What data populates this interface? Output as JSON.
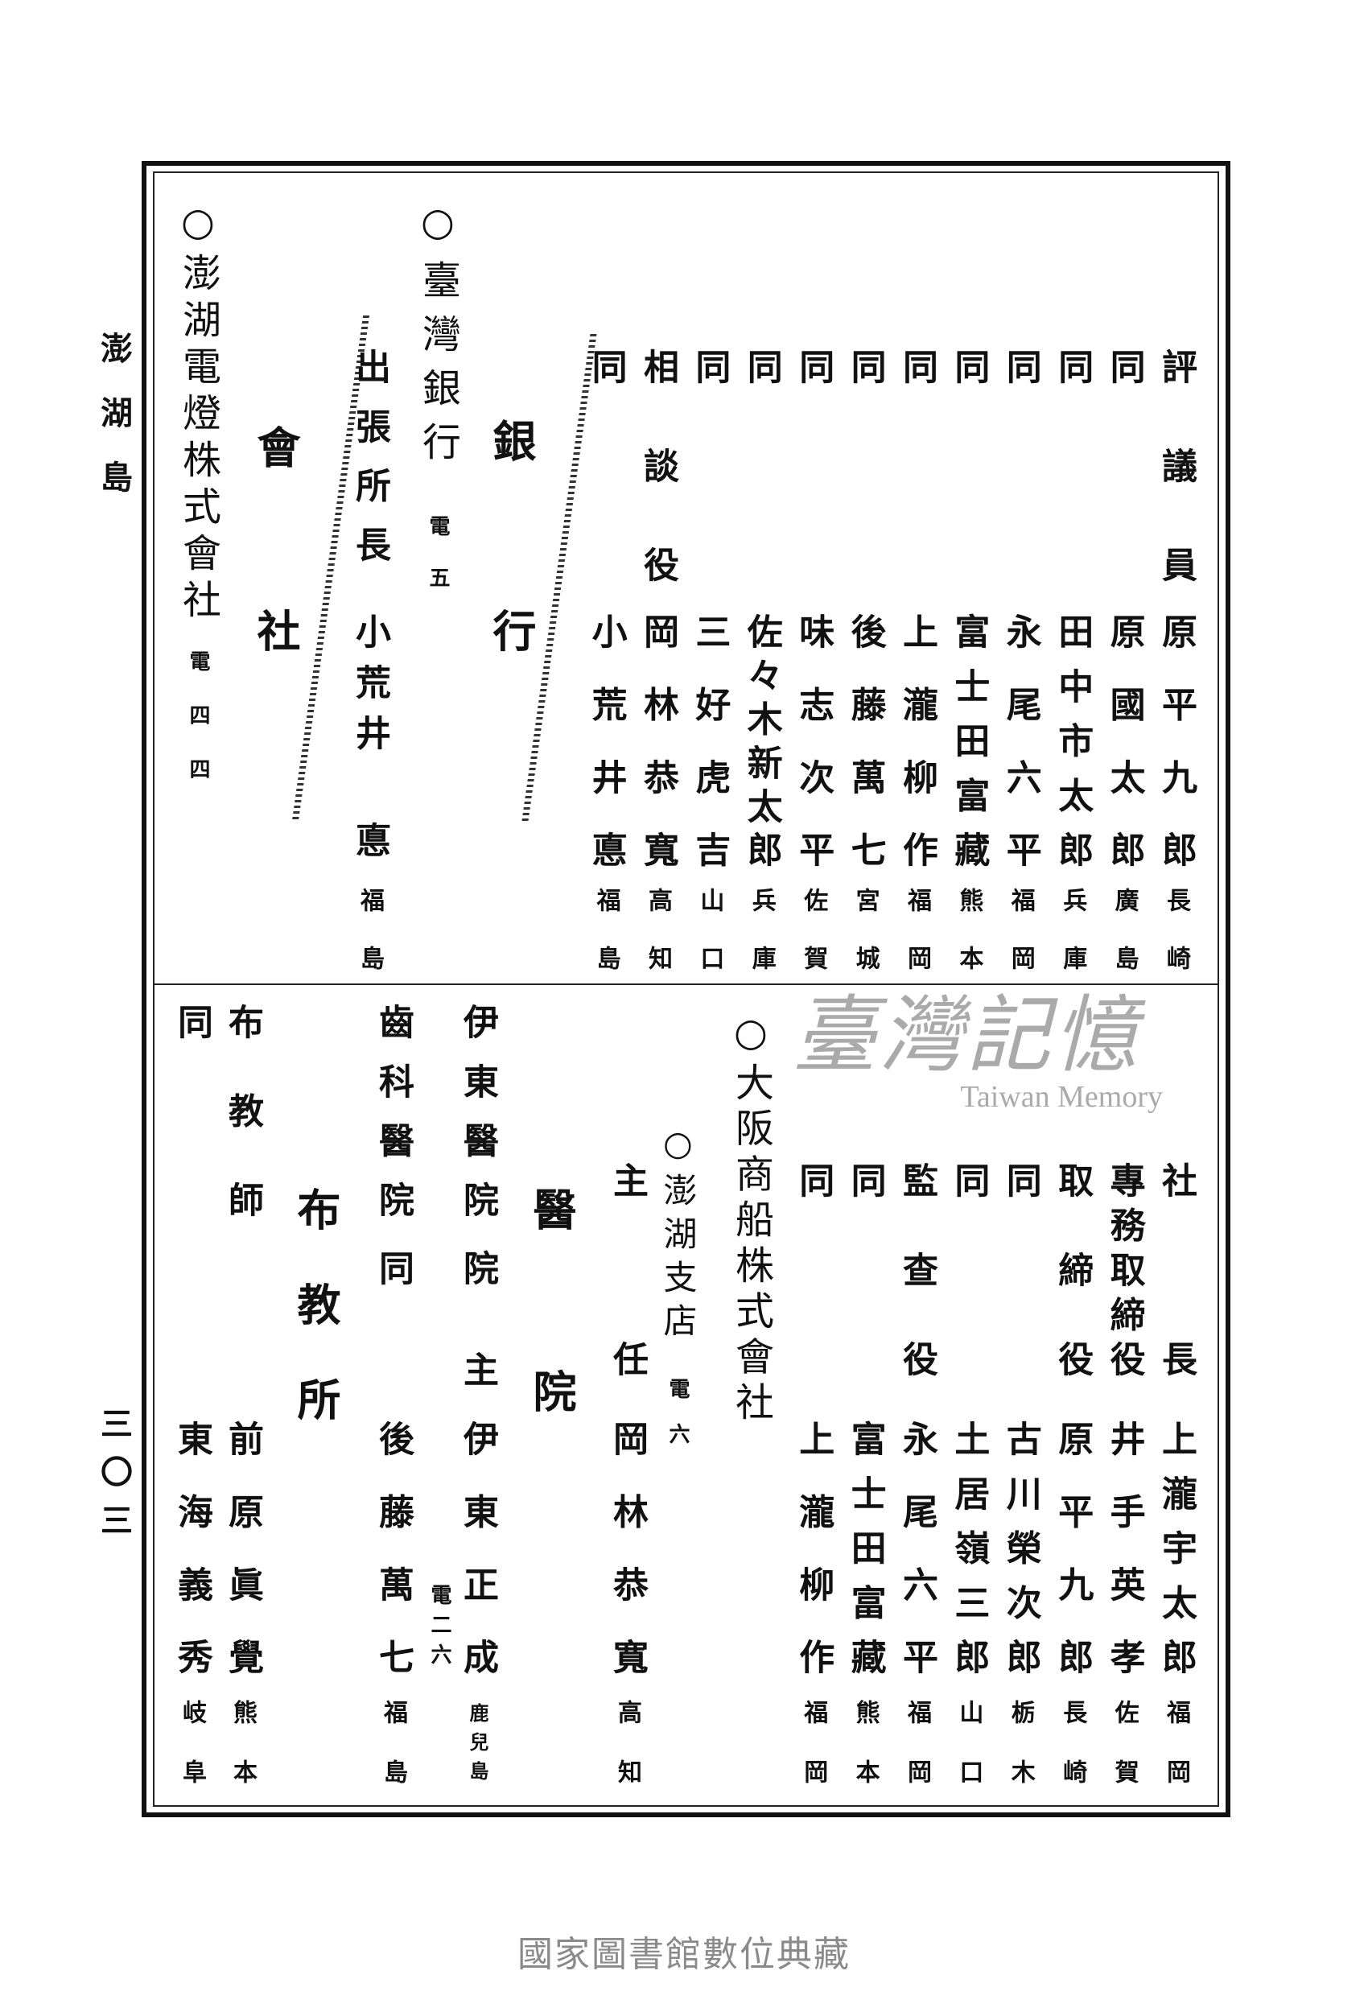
{
  "running_head": "澎湖島",
  "page_number": "三〇三",
  "footer": "國家圖書館數位典藏",
  "watermark": {
    "main": "臺灣記憶",
    "sub": "Taiwan Memory"
  },
  "council": [
    {
      "title": "評議員",
      "name": "原平九郎",
      "origin": "長崎"
    },
    {
      "title": "同",
      "name": "原國太郎",
      "origin": "廣島"
    },
    {
      "title": "同",
      "name": "田中市太郎",
      "origin": "兵庫"
    },
    {
      "title": "同",
      "name": "永尾六平",
      "origin": "福岡"
    },
    {
      "title": "同",
      "name": "富士田富藏",
      "origin": "熊本"
    },
    {
      "title": "同",
      "name": "上瀧柳作",
      "origin": "福岡"
    },
    {
      "title": "同",
      "name": "後藤萬七",
      "origin": "宮城"
    },
    {
      "title": "同",
      "name": "味志次平",
      "origin": "佐賀"
    },
    {
      "title": "同",
      "name": "佐々木新太郎",
      "origin": "兵庫"
    },
    {
      "title": "同",
      "name": "三好虎吉",
      "origin": "山口"
    },
    {
      "title": "相談役",
      "name": "岡林恭寬",
      "origin": "高知"
    },
    {
      "title": "同",
      "name": "小荒井悳",
      "origin": "福島"
    }
  ],
  "banks": {
    "heading": "銀行",
    "bank_name": "○臺灣銀行",
    "phone": "電五",
    "title": "出張所長",
    "name": "小荒井",
    "name_last": "悳",
    "origin": "福島"
  },
  "companies": {
    "heading": "會社",
    "company_name": "○澎湖電燈株式會社",
    "phone": "電四四"
  },
  "osaka": {
    "company_name": "○大阪商船株式會社",
    "officers": [
      {
        "title": "社長",
        "name": "上瀧宇太郎",
        "origin": "福岡"
      },
      {
        "title": "專務取締役",
        "name": "井手英孝",
        "origin": "佐賀"
      },
      {
        "title": "取締役",
        "name": "原平九郎",
        "origin": "長崎"
      },
      {
        "title": "同",
        "name": "古川榮次郎",
        "origin": "栃木"
      },
      {
        "title": "同",
        "name": "土居嶺三郎",
        "origin": "山口"
      },
      {
        "title": "監查役",
        "name": "永尾六平",
        "origin": "福岡"
      },
      {
        "title": "同",
        "name": "富士田富藏",
        "origin": "熊本"
      },
      {
        "title": "同",
        "name": "上瀧柳作",
        "origin": "福岡"
      }
    ],
    "branch": "○澎湖支店",
    "branch_phone": "電六",
    "branch_manager": {
      "title": "主任",
      "name": "岡林恭寬",
      "origin": "高知"
    }
  },
  "hospitals": {
    "heading": "醫院",
    "items": [
      {
        "hospital": "伊東醫院",
        "title": "院主",
        "name": "伊東正成",
        "phone": "電二六",
        "origin": "鹿兒島"
      },
      {
        "hospital": "齒科醫院",
        "title": "同",
        "name": "後藤萬七",
        "origin": "福島"
      }
    ]
  },
  "missions": {
    "heading": "布教所",
    "items": [
      {
        "title": "布教師",
        "name": "前原眞覺",
        "origin": "熊本"
      },
      {
        "title": "同",
        "name": "東海義秀",
        "origin": "岐阜"
      }
    ]
  }
}
